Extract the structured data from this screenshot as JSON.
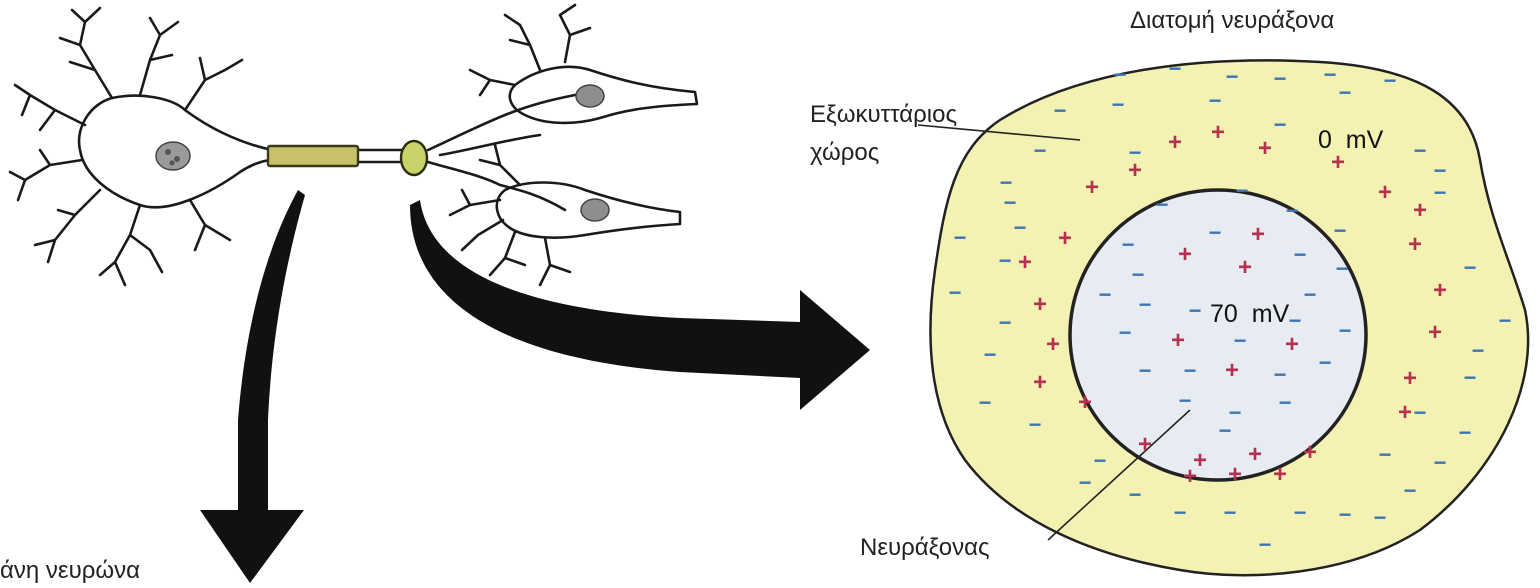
{
  "labels": {
    "cross_section_title": "Διατομή νευράξονα",
    "extracellular_line1": "Εξωκυττάριος",
    "extracellular_line2": "χώρος",
    "outer_potential": "0  mV",
    "inner_potential": "70  mV",
    "axon_label": "Νευράξονας",
    "neuron_caption": "άνη νευρώνα"
  },
  "colors": {
    "extracellular_fill": "#f3f2b2",
    "axon_fill": "#e7ecf2",
    "positive_sign": "#b5304f",
    "negative_sign": "#3c74b4",
    "axon_segment": "#c7c26a",
    "arrow": "#111111"
  },
  "icons": {
    "positive": "+",
    "negative": "−"
  }
}
